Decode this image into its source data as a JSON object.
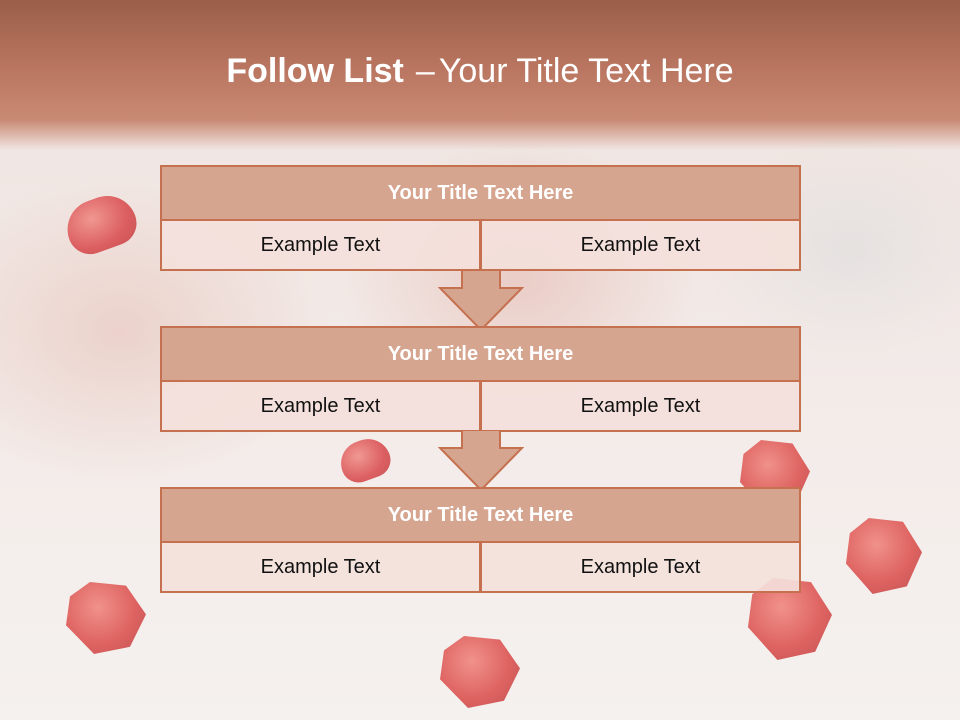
{
  "slide": {
    "title_bold": "Follow List",
    "title_dash": "–",
    "title_rest": "Your Title Text Here"
  },
  "steps": [
    {
      "title": "Your Title Text Here",
      "left": "Example Text",
      "right": "Example Text"
    },
    {
      "title": "Your Title Text Here",
      "left": "Example Text",
      "right": "Example Text"
    },
    {
      "title": "Your Title Text Here",
      "left": "Example Text",
      "right": "Example Text"
    }
  ],
  "colors": {
    "header": "#b97560",
    "box_title_fill": "#d6a58f",
    "box_border": "#c5704f",
    "cell_fill": "#f4e0db",
    "arrow_fill": "#d6a58f"
  }
}
